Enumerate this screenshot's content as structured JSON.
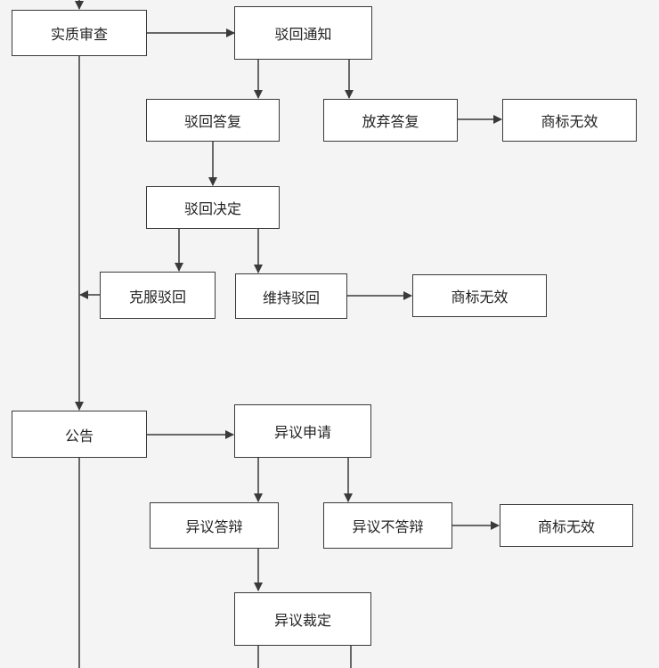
{
  "diagram": {
    "nodes": {
      "substantive_review": "实质审查",
      "rejection_notice": "驳回通知",
      "rejection_reply": "驳回答复",
      "abandon_reply": "放弃答复",
      "invalid_1": "商标无效",
      "rejection_decision": "驳回决定",
      "overcome_rejection": "克服驳回",
      "uphold_rejection": "维持驳回",
      "invalid_2": "商标无效",
      "announcement": "公告",
      "opposition_application": "异议申请",
      "opposition_defense": "异议答辩",
      "opposition_no_defense": "异议不答辩",
      "invalid_3": "商标无效",
      "opposition_ruling": "异议裁定"
    }
  }
}
